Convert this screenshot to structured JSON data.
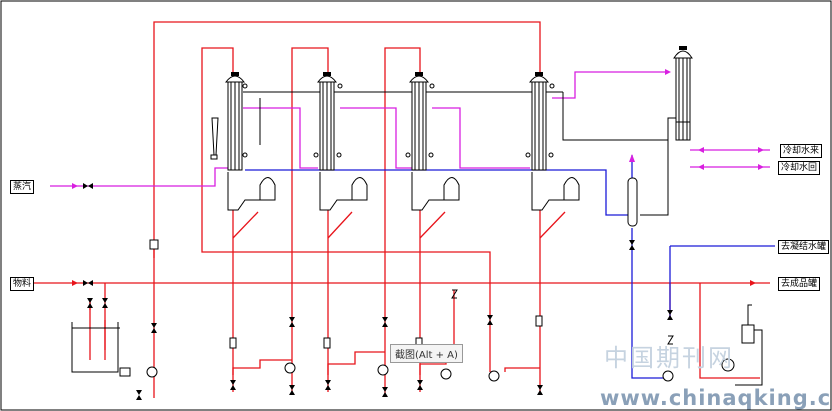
{
  "labels": {
    "steam": "蒸汽",
    "material": "物料",
    "cooling_in": "冷却水来",
    "cooling_out": "冷却水回",
    "condensate": "去凝结水罐",
    "product": "去成品罐"
  },
  "tooltip": "截图(Alt + A)",
  "watermark": {
    "cn": "中国期刊网",
    "url": "www.chinaqking.com"
  },
  "colors": {
    "process": "#e8141b",
    "steam": "#d81fe0",
    "water": "#1b1bd8",
    "equipment": "#000000"
  }
}
